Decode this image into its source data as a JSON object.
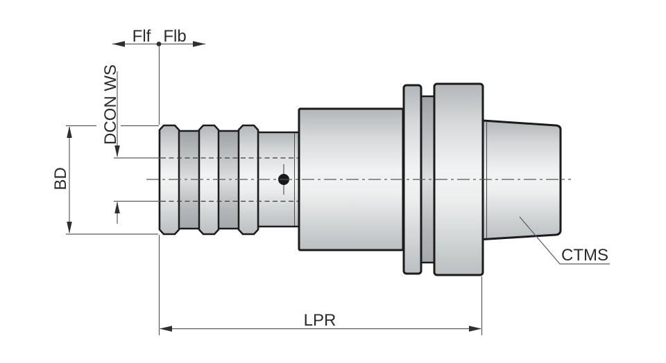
{
  "drawing": {
    "labels": {
      "flf": "Flf",
      "flb": "Flb",
      "dcon_ws": "DCON WS",
      "bd": "BD",
      "lpr": "LPR",
      "ctms": "CTMS"
    },
    "colors": {
      "background": "#ffffff",
      "outline": "#1b1b1b",
      "dimension_line": "#5a5a5a",
      "arrow": "#2f2f2f",
      "text": "#2b2b2b",
      "metal_highlight": "#f2f3f4",
      "metal_shadow": "#b2b6b8"
    }
  }
}
